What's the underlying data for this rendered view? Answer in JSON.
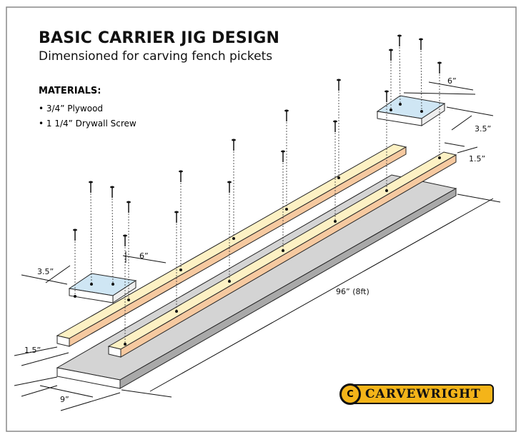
{
  "title": "BASIC CARRIER JIG DESIGN",
  "subtitle": "Dimensioned for carving fench pickets",
  "materials": {
    "heading": "MATERIALS:",
    "items": [
      "• 3/4” Plywood",
      "• 1 1/4” Drywall Screw"
    ]
  },
  "dimensions": {
    "plate_len": "6”",
    "plate_w": "3.5”",
    "strip_w": "1.5”",
    "length": "96” (8ft)",
    "base_w": "9”"
  },
  "logo": {
    "text": "CARVEWRIGHT",
    "badge": "ℭ"
  },
  "colors": {
    "base_top": "#d4d4d4",
    "base_side": "#a9a9a9",
    "strip_top": "#fdf1c4",
    "strip_side": "#f6c9a0",
    "plate_top": "#cfe6f4"
  }
}
